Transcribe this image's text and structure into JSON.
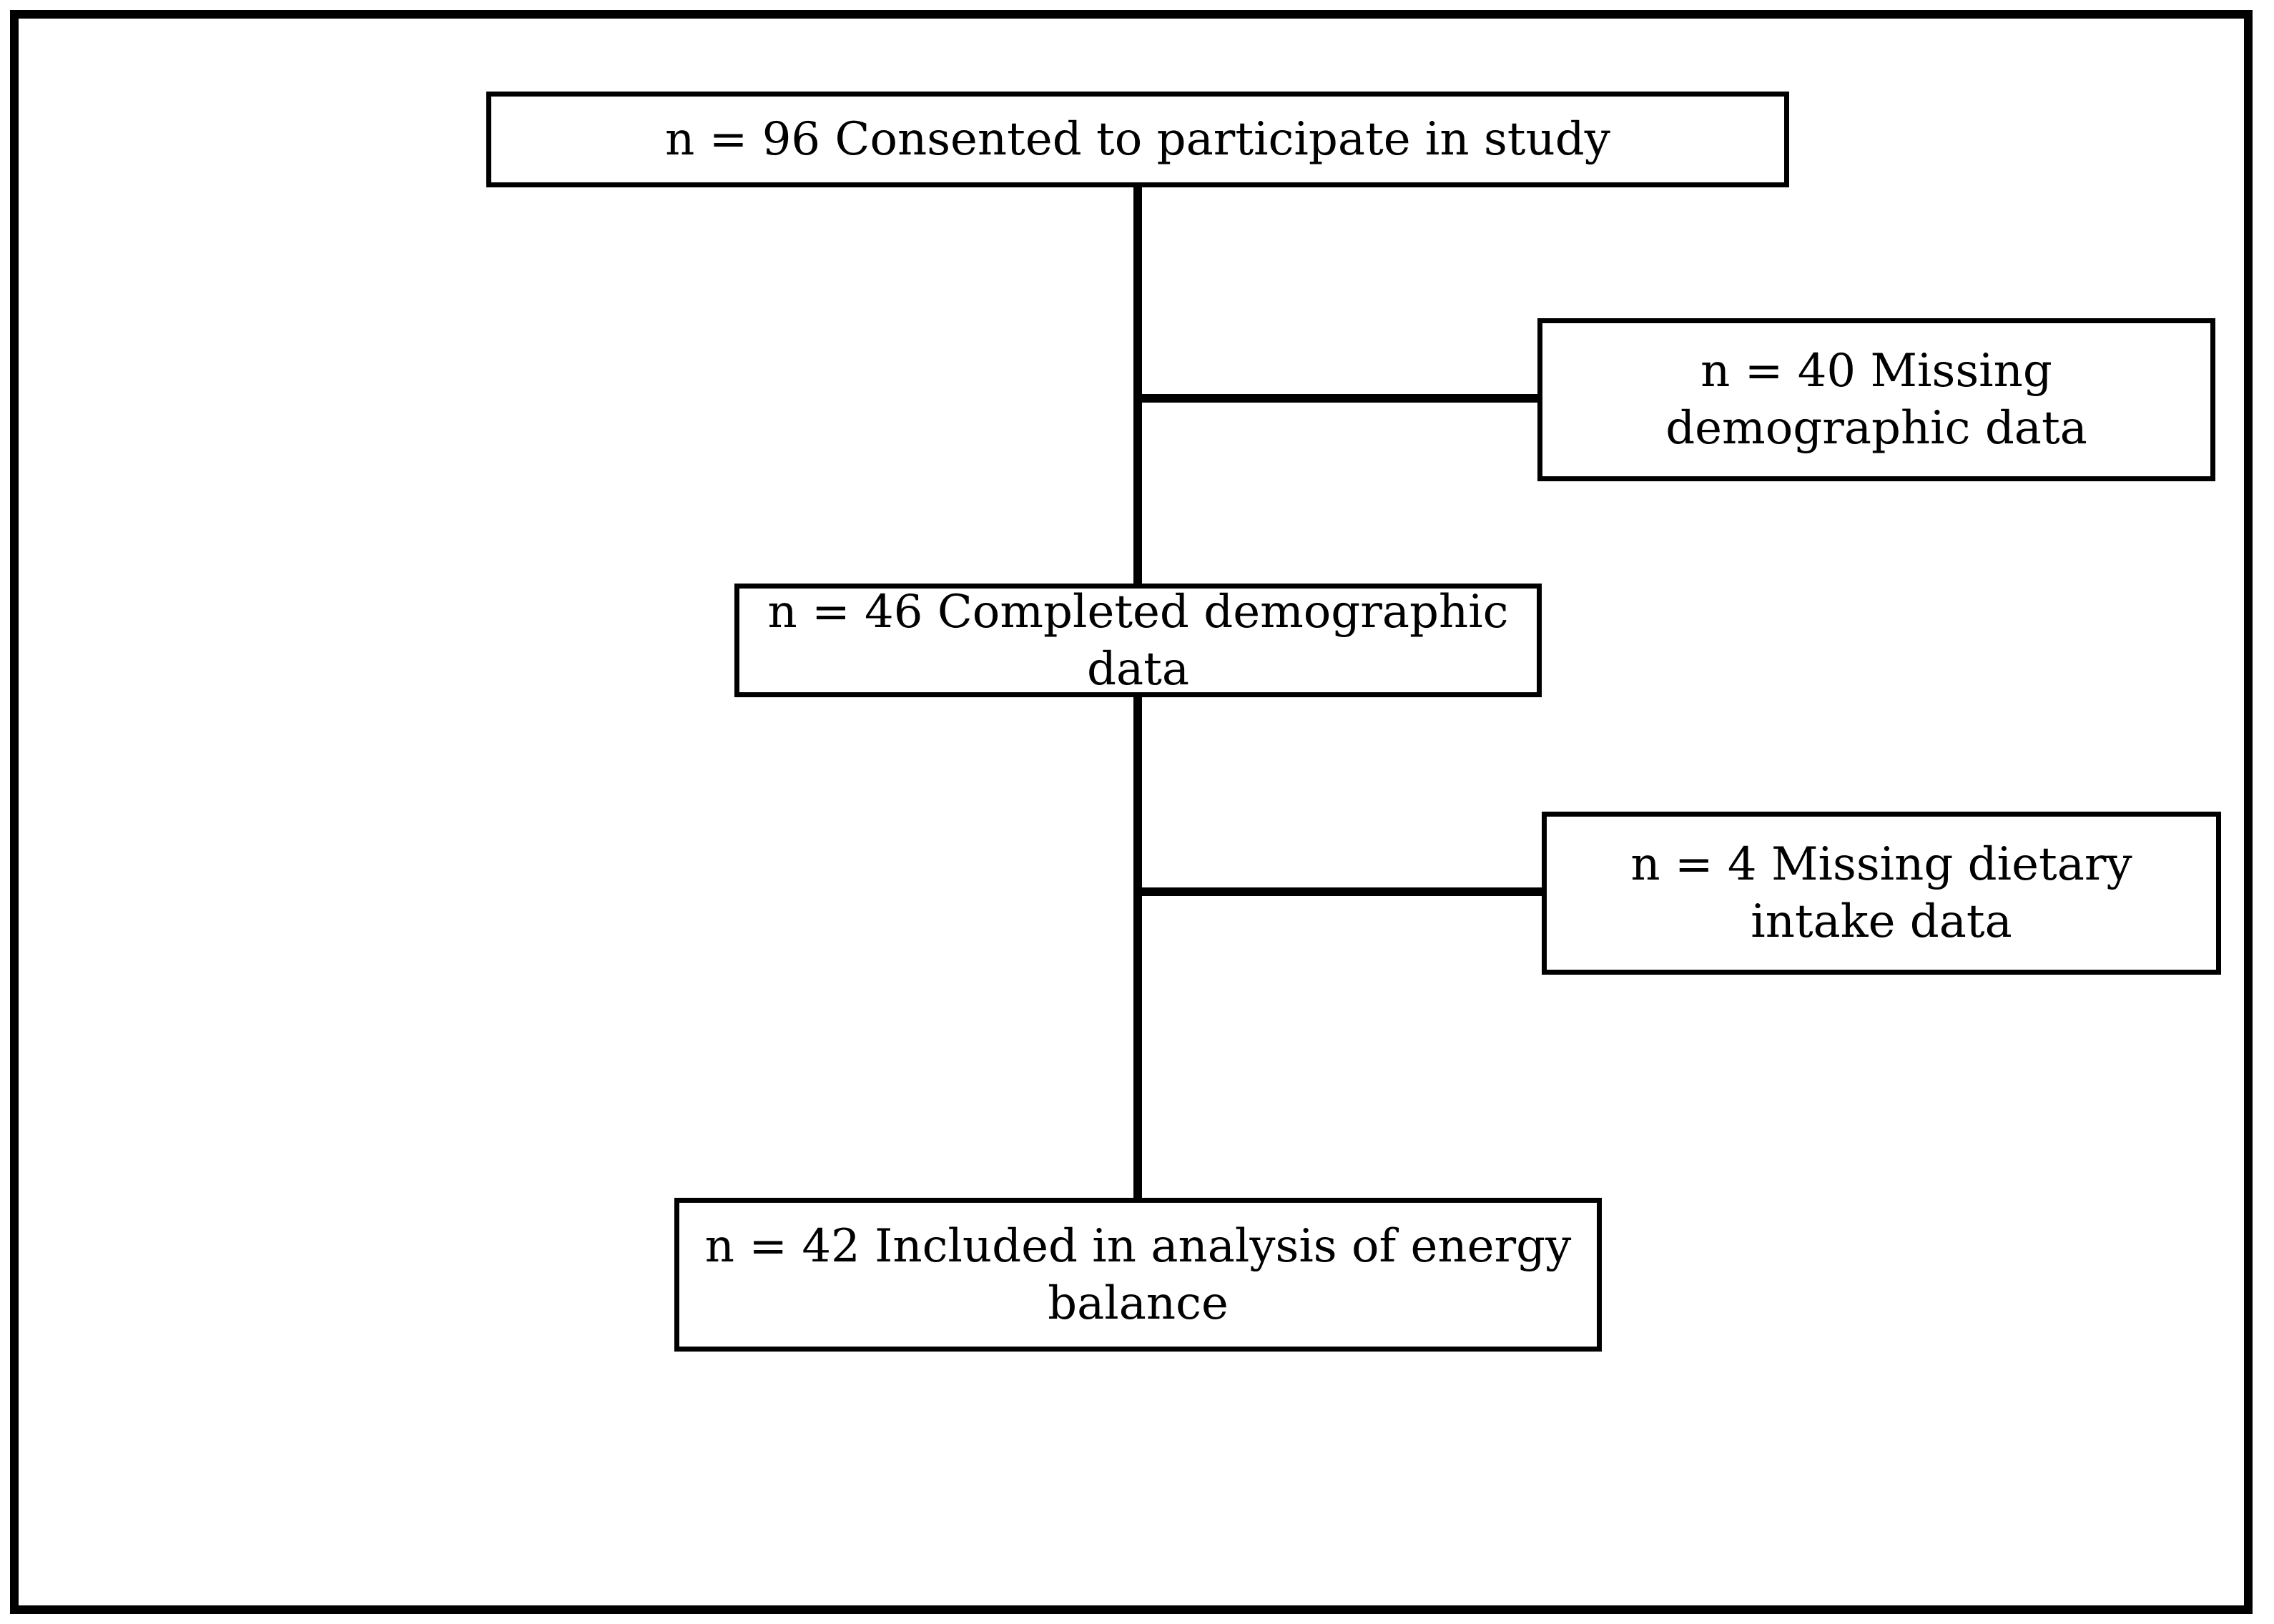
{
  "flowchart": {
    "consented": "n = 96 Consented to participate in study",
    "missing_demographic": "n = 40 Missing demographic data",
    "completed_demographic": "n = 46 Completed demographic data",
    "missing_dietary": "n = 4 Missing dietary intake data",
    "included": "n = 42 Included in analysis of energy balance"
  },
  "colors": {
    "stroke": "#000000",
    "background": "#ffffff"
  }
}
